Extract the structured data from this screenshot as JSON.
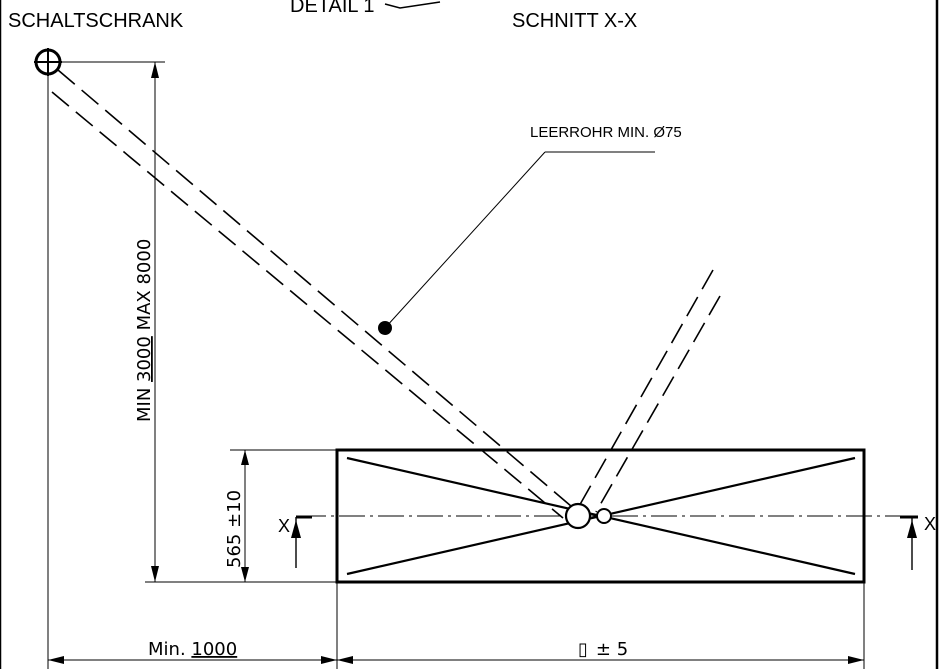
{
  "labels": {
    "cabinet": "SCHALTSCHRANK",
    "detail": "DETAIL 1",
    "section": "SCHNITT X-X",
    "conduit": "LEERROHR MIN. Ø75",
    "section_mark": "X"
  },
  "dimensions": {
    "vertical_prefix": "MIN ",
    "vertical_min": "3000",
    "vertical_suffix": " MAX 8000",
    "height": "565 ±10",
    "bottom_left_prefix": "Min. ",
    "bottom_left_value": "1000",
    "bottom_right_value": "▯",
    "bottom_right_tolerance": "± 5"
  }
}
